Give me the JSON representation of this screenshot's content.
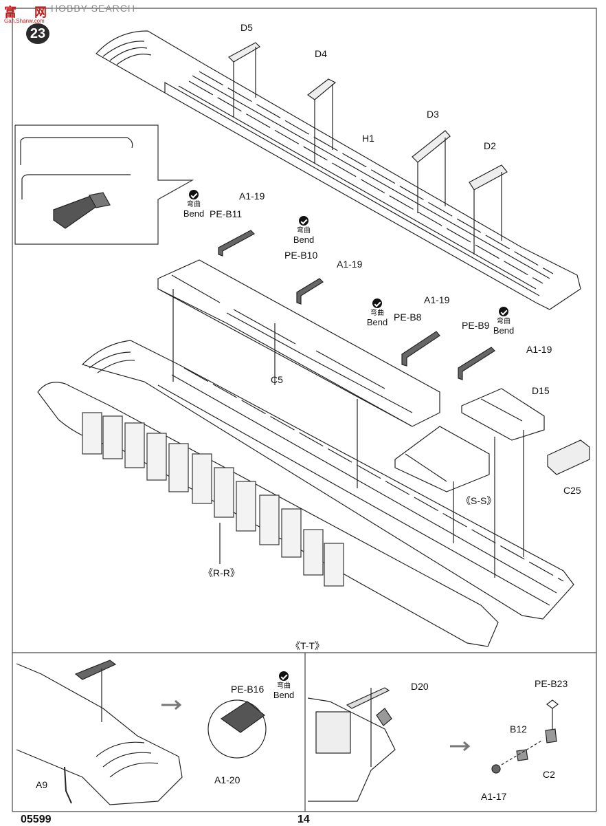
{
  "header": {
    "logo_cn": "富",
    "logo_cn2": "网",
    "watermark": "HOBBY SEARCH",
    "logo_url": "Gan.Shanw.com",
    "step_number": "23"
  },
  "labels": {
    "d5": "D5",
    "d4": "D4",
    "d3": "D3",
    "d2": "D2",
    "h1": "H1",
    "a1_19": "A1-19",
    "pe_b11": "PE-B11",
    "pe_b10": "PE-B10",
    "pe_b8": "PE-B8",
    "pe_b9": "PE-B9",
    "c5": "C5",
    "d15": "D15",
    "c25": "C25",
    "s_s": "《S-S》",
    "r_r": "《R-R》",
    "t_t": "《T-T》",
    "pe_b16": "PE-B16",
    "a1_20": "A1-20",
    "a9": "A9",
    "d20": "D20",
    "pe_b23": "PE-B23",
    "b12": "B12",
    "c2": "C2",
    "a1_17": "A1-17"
  },
  "bend": {
    "cn": "弯曲",
    "en": "Bend"
  },
  "footer": {
    "code": "05599",
    "page": "14"
  }
}
